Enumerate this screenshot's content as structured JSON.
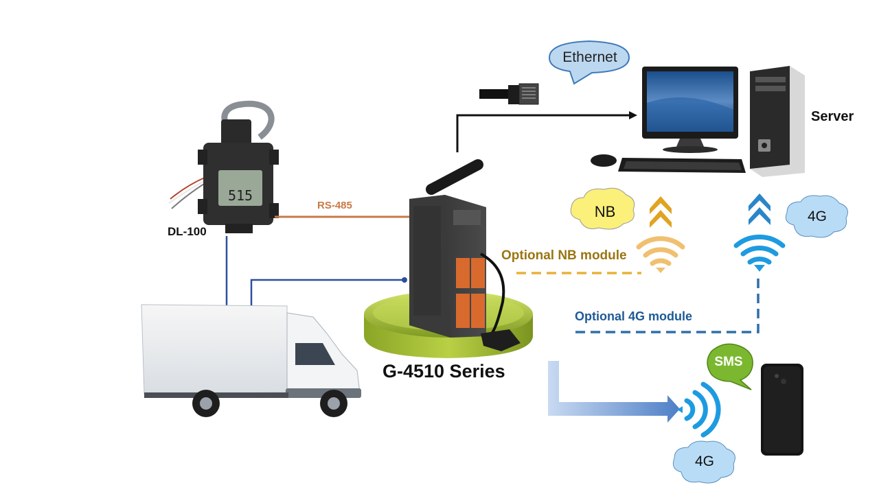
{
  "labels": {
    "dl100": "DL-100",
    "rs485": "RS-485",
    "g4510": "G-4510 Series",
    "server": "Server",
    "ethernet": "Ethernet",
    "nb": "NB",
    "optional_nb": "Optional  NB module",
    "optional_4g": "Optional  4G module",
    "four_g_top": "4G",
    "sms": "SMS",
    "four_g_bottom": "4G"
  },
  "colors": {
    "rs485_line": "#c87a48",
    "truck_wiring": "#2b4f9c",
    "ethernet_line": "#111111",
    "nb_dashed": "#e8b23a",
    "g4_dashed": "#2e6faa",
    "wifi_nb": "#f0c070",
    "wifi_4g": "#1e9be0",
    "cloud_4g": "#b9dcf6",
    "cloud_nb": "#fbf07a",
    "sms_bubble": "#7cb82f",
    "platform": "#a8c23c"
  },
  "icons": [
    "ethernet-plug-icon",
    "monitor-icon",
    "pc-tower-icon",
    "keyboard-icon",
    "mouse-icon",
    "dl100-sensor-icon",
    "g4510-device-icon",
    "truck-icon",
    "smartphone-icon",
    "wifi-icon",
    "signal-arrows-icon",
    "cloud-icon",
    "speech-bubble-icon"
  ]
}
